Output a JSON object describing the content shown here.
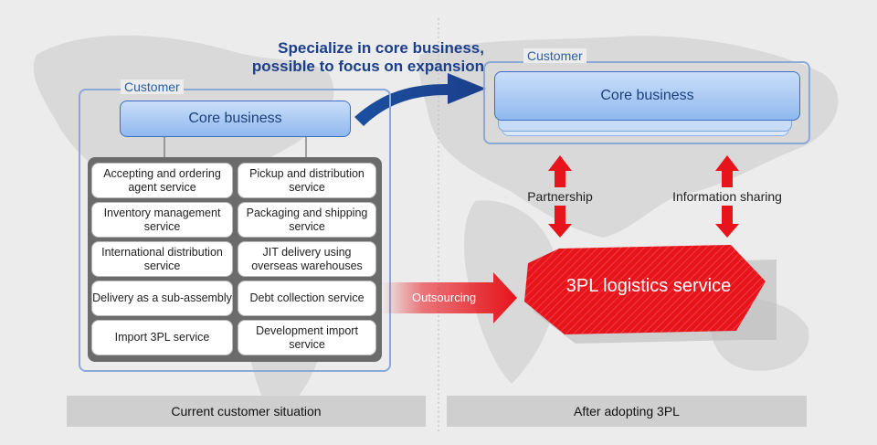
{
  "headline": [
    "Specialize in core business,",
    "possible to focus on expansion"
  ],
  "left": {
    "customer_label": "Customer",
    "core_business": "Core business",
    "services": [
      "Accepting and ordering agent service",
      "Pickup and distribution service",
      "Inventory management service",
      "Packaging and shipping service",
      "International distribution service",
      "JIT delivery using overseas warehouses",
      "Delivery as a sub-assembly",
      "Debt collection service",
      "Import 3PL service",
      "Development import service"
    ],
    "footer": "Current customer situation"
  },
  "right": {
    "customer_label": "Customer",
    "core_business": "Core business",
    "partnership": "Partnership",
    "information_sharing": "Information sharing",
    "logistics": "3PL logistics service",
    "footer": "After adopting 3PL"
  },
  "outsourcing": "Outsourcing",
  "colors": {
    "accent_blue": "#1b4fa0",
    "arrow_red": "#e8141b",
    "box_border": "#8aa8d8"
  }
}
